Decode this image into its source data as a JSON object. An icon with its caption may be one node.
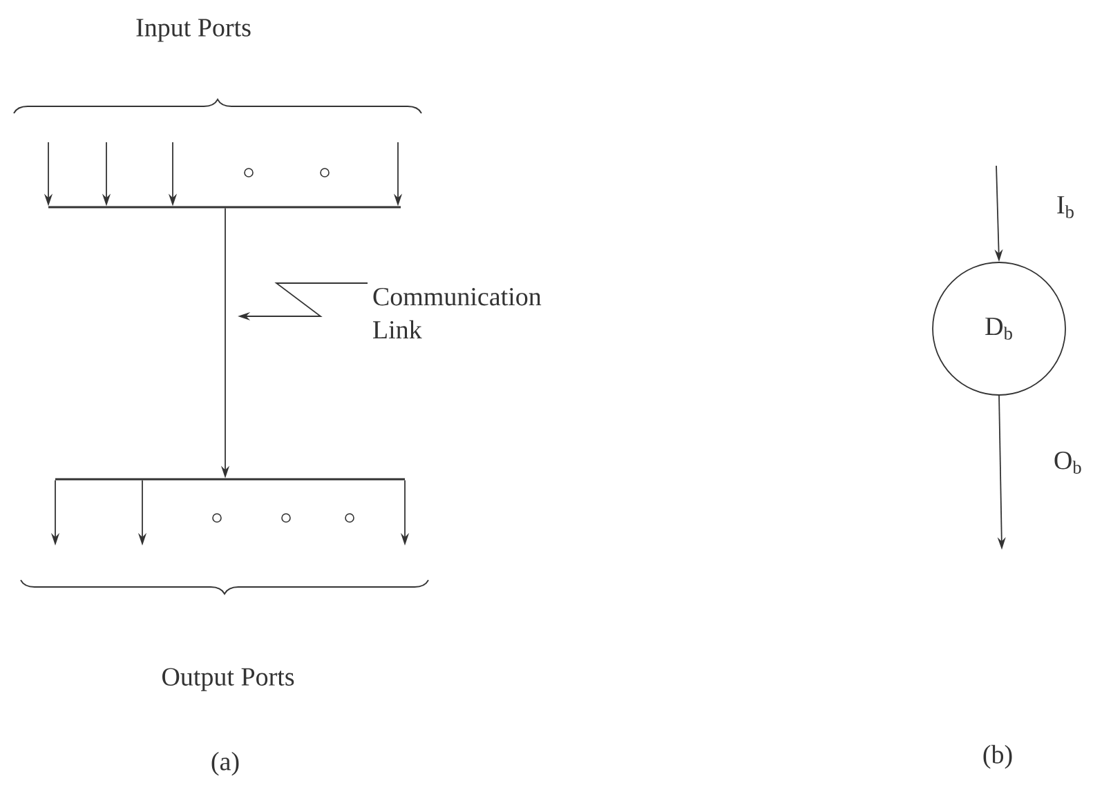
{
  "diagram": {
    "nodes": [
      {
        "text": [],
        "shape": "bar"
      },
      {
        "text": [
          "Communication Link"
        ]
      },
      {
        "text": [],
        "shape": "bar"
      },
      {
        "text": [
          "D$_{b}$"
        ]
      }
    ],
    "edges": [
      {
        "from": null,
        "to": 0,
        "arrow": "to"
      },
      {
        "from": null,
        "to": 0,
        "arrow": "to"
      },
      {
        "from": null,
        "to": 0,
        "arrow": "to"
      },
      {
        "from": null,
        "to": 0,
        "arrow": "to"
      },
      {
        "from": 0,
        "to": 2,
        "arrow": "to"
      },
      {
        "from": 2,
        "to": null,
        "arrow": "to"
      },
      {
        "from": 2,
        "to": null,
        "arrow": "to"
      },
      {
        "from": 2,
        "to": null,
        "arrow": "to"
      },
      {
        "from": 1,
        "to": null,
        "arrow": "to"
      },
      {
        "from": null,
        "to": 3,
        "arrow": "to",
        "label": "I$_{b}$"
      },
      {
        "from": 3,
        "to": null,
        "arrow": "to",
        "label": "O$_{b}$"
      }
    ],
    "labels": [
      "Input Ports",
      "Output Ports",
      "(a)",
      "(b)"
    ]
  }
}
